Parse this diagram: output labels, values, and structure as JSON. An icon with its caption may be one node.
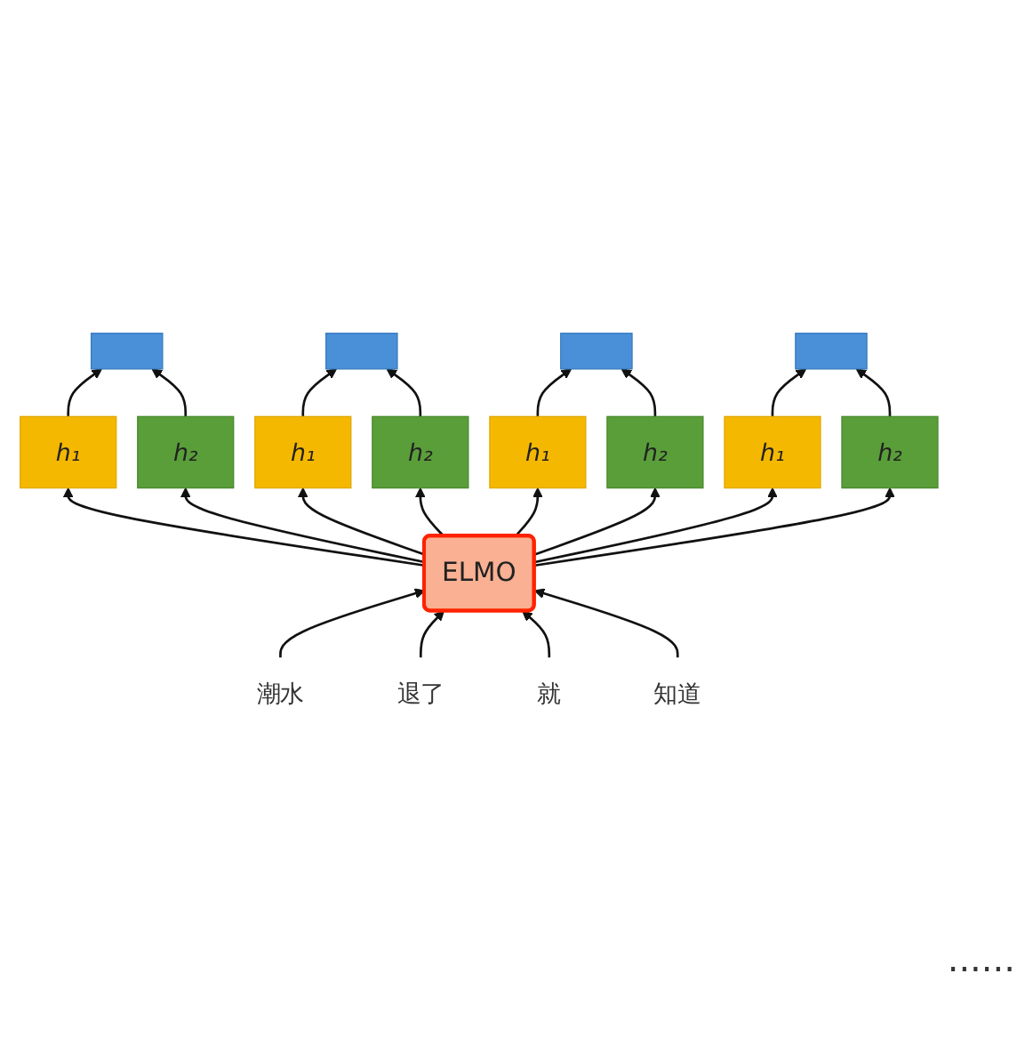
{
  "diagram": {
    "nodes": [
      {
        "text": [],
        "shape": "bar"
      },
      {
        "text": [],
        "shape": "bar"
      },
      {
        "text": [],
        "shape": "bar"
      },
      {
        "text": [],
        "shape": "bar"
      },
      {
        "text": [
          "h₁"
        ]
      },
      {
        "text": [
          "h₂"
        ]
      },
      {
        "text": [
          "h₁"
        ]
      },
      {
        "text": [
          "h₂"
        ]
      },
      {
        "text": [
          "h₁"
        ]
      },
      {
        "text": [
          "h₂"
        ]
      },
      {
        "text": [
          "h₁"
        ]
      },
      {
        "text": [
          "h₂"
        ]
      },
      {
        "text": [
          "ELMO"
        ]
      },
      {
        "text": [
          "潮水"
        ]
      },
      {
        "text": [
          "退了"
        ]
      },
      {
        "text": [
          "就"
        ]
      },
      {
        "text": [
          "知道"
        ]
      }
    ],
    "edges": [
      {
        "from": 13,
        "to": 12,
        "arrow": "to"
      },
      {
        "from": 14,
        "to": 12,
        "arrow": "to"
      },
      {
        "from": 15,
        "to": 12,
        "arrow": "to"
      },
      {
        "from": 16,
        "to": 12,
        "arrow": "to"
      },
      {
        "from": 12,
        "to": 4,
        "arrow": "to"
      },
      {
        "from": 12,
        "to": 5,
        "arrow": "to"
      },
      {
        "from": 12,
        "to": 6,
        "arrow": "to"
      },
      {
        "from": 12,
        "to": 7,
        "arrow": "to"
      },
      {
        "from": 12,
        "to": 8,
        "arrow": "to"
      },
      {
        "from": 12,
        "to": 9,
        "arrow": "to"
      },
      {
        "from": 12,
        "to": 10,
        "arrow": "to"
      },
      {
        "from": 12,
        "to": 11,
        "arrow": "to"
      },
      {
        "from": 4,
        "to": 0,
        "arrow": "to"
      },
      {
        "from": 5,
        "to": 0,
        "arrow": "to"
      },
      {
        "from": 6,
        "to": 1,
        "arrow": "to"
      },
      {
        "from": 7,
        "to": 1,
        "arrow": "to"
      },
      {
        "from": 8,
        "to": 2,
        "arrow": "to"
      },
      {
        "from": 9,
        "to": 2,
        "arrow": "to"
      },
      {
        "from": 10,
        "to": 3,
        "arrow": "to"
      },
      {
        "from": 11,
        "to": 3,
        "arrow": "to"
      }
    ],
    "labels": [
      "......"
    ]
  }
}
